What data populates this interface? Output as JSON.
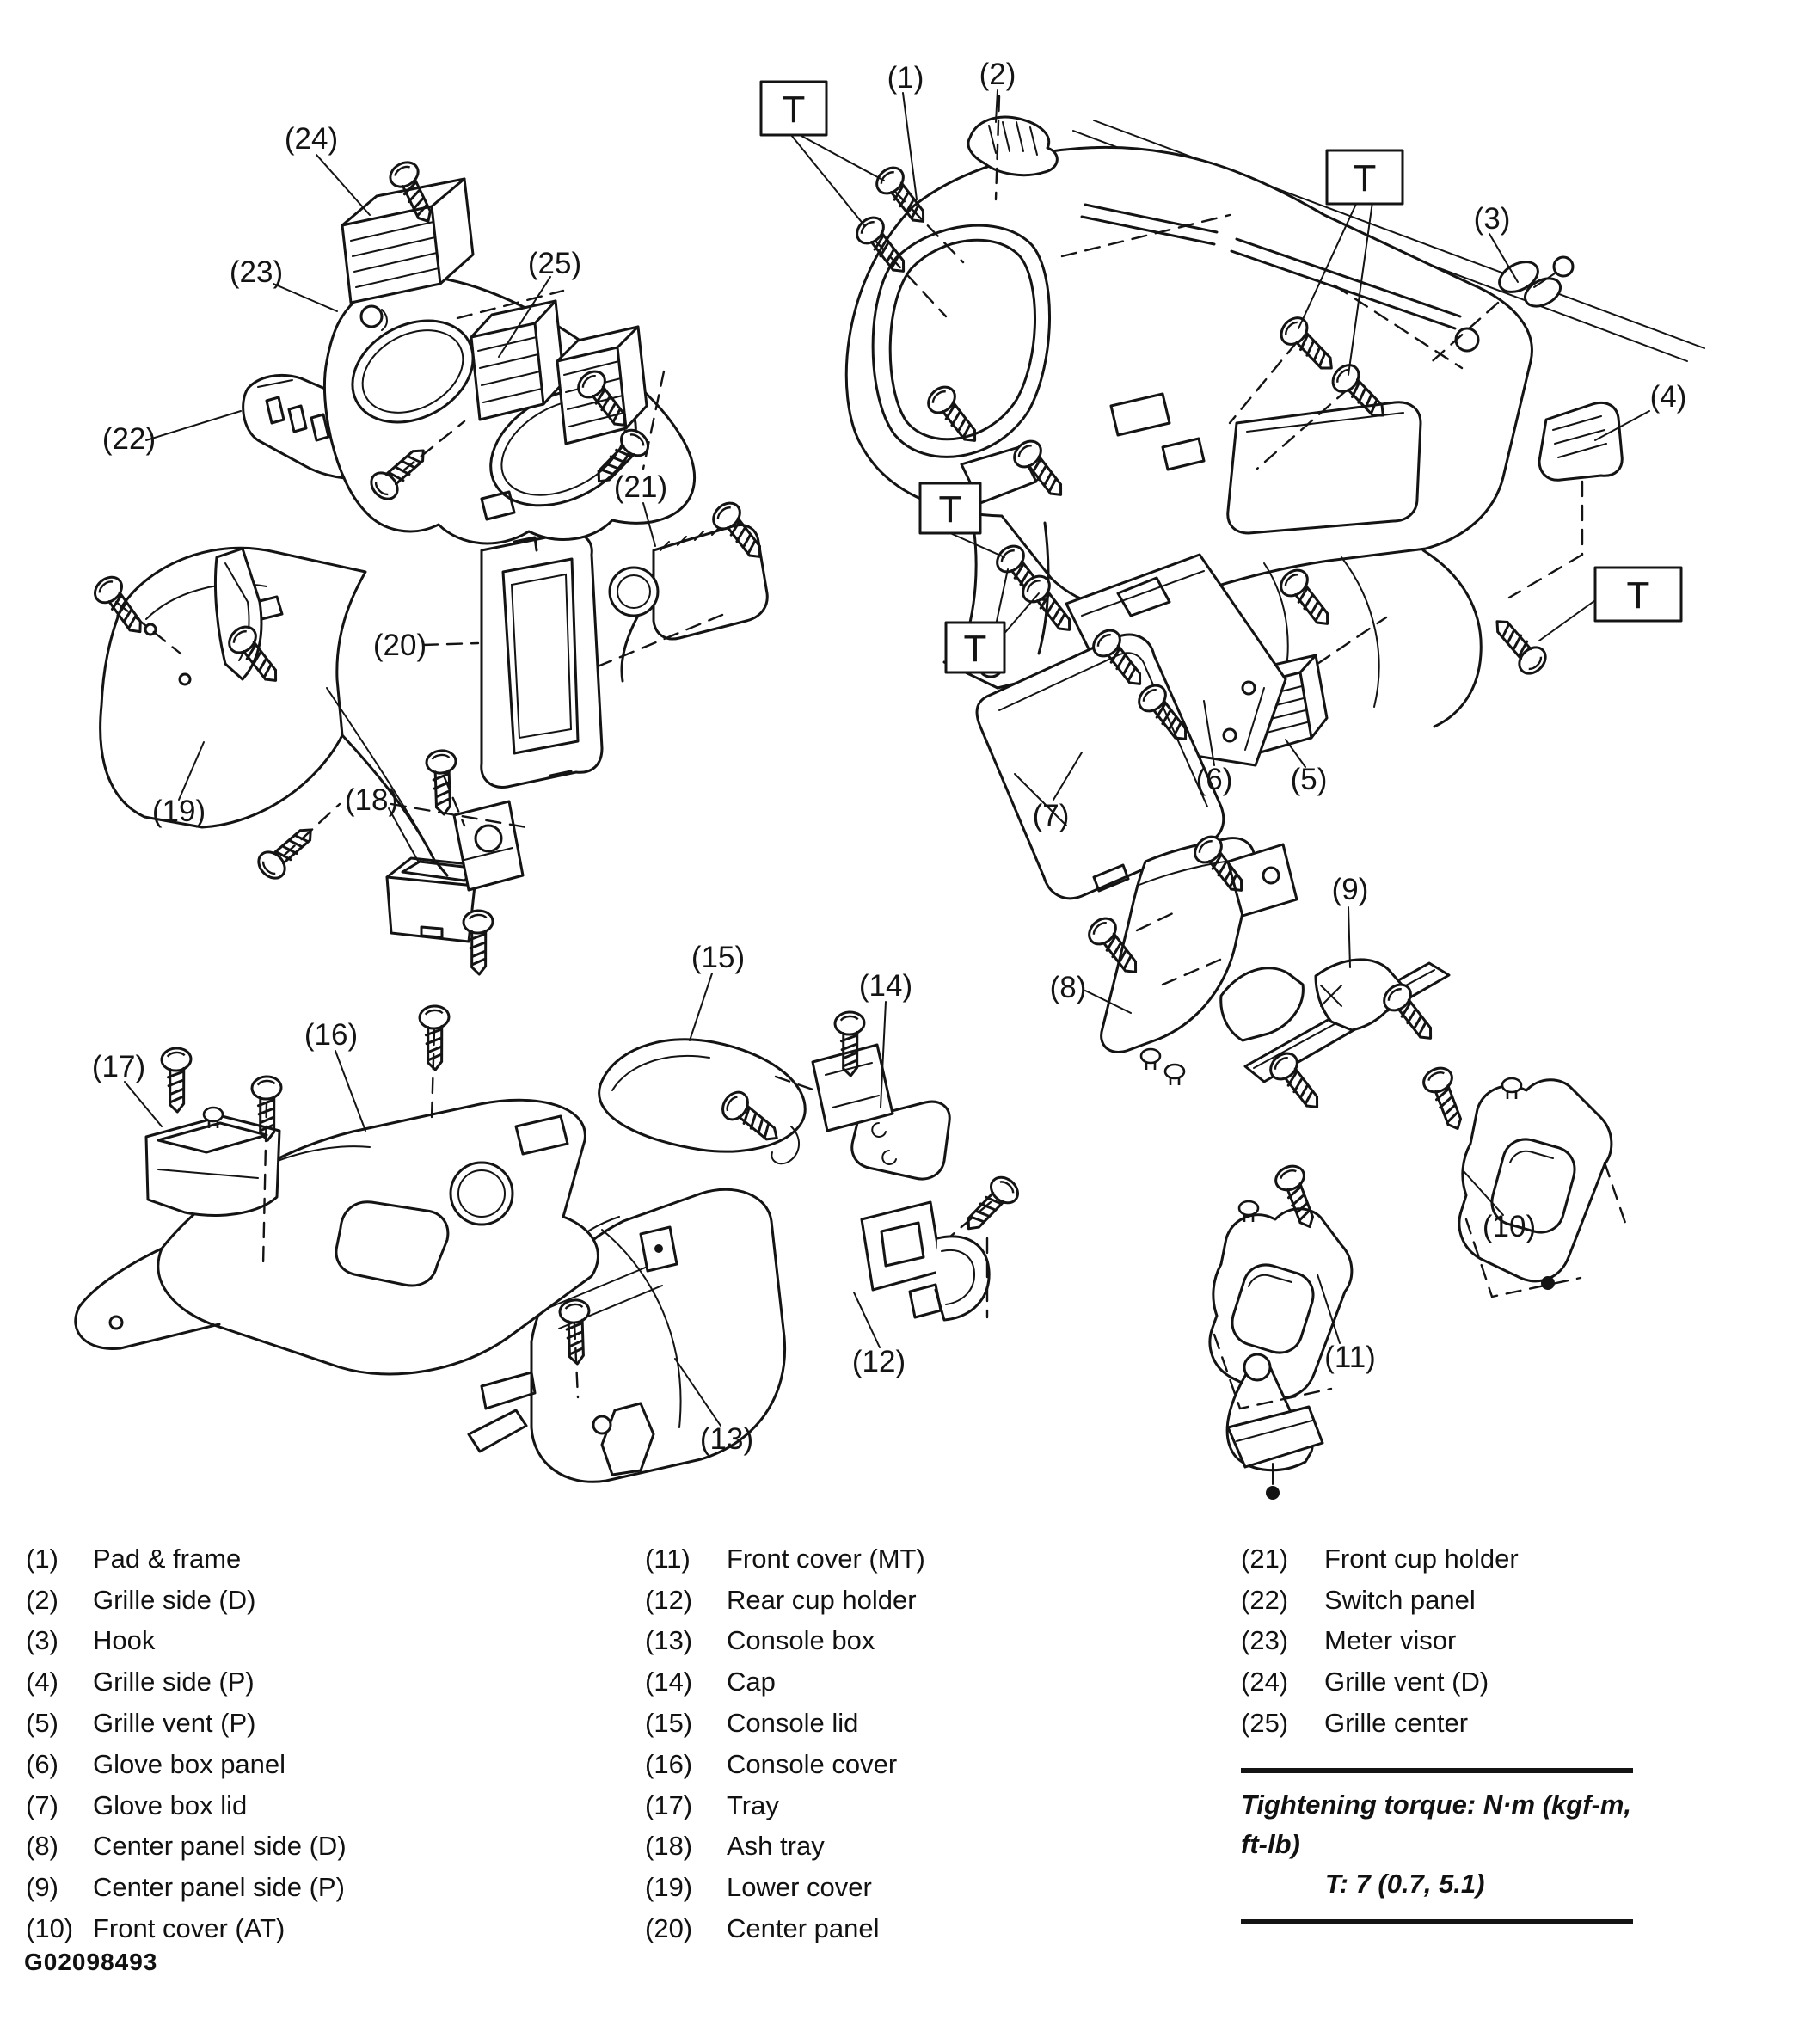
{
  "figure": {
    "id": "G02098493",
    "torque_note": {
      "line1": "Tightening torque: N·m (kgf-m, ft-lb)",
      "line2": "T: 7 (0.7, 5.1)"
    },
    "t_symbol": "T"
  },
  "diagram": {
    "callouts": [
      "(1)",
      "(2)",
      "(3)",
      "(4)",
      "(5)",
      "(6)",
      "(7)",
      "(8)",
      "(9)",
      "(10)",
      "(11)",
      "(12)",
      "(13)",
      "(14)",
      "(15)",
      "(16)",
      "(17)",
      "(18)",
      "(19)",
      "(20)",
      "(21)",
      "(22)",
      "(23)",
      "(24)",
      "(25)"
    ]
  },
  "legend": {
    "columns": [
      {
        "items": [
          {
            "num": "(1)",
            "name": "Pad & frame"
          },
          {
            "num": "(2)",
            "name": "Grille side (D)"
          },
          {
            "num": "(3)",
            "name": "Hook"
          },
          {
            "num": "(4)",
            "name": "Grille side (P)"
          },
          {
            "num": "(5)",
            "name": "Grille vent (P)"
          },
          {
            "num": "(6)",
            "name": "Glove box panel"
          },
          {
            "num": "(7)",
            "name": "Glove box lid"
          },
          {
            "num": "(8)",
            "name": "Center panel side (D)"
          },
          {
            "num": "(9)",
            "name": "Center panel side (P)"
          },
          {
            "num": "(10)",
            "name": "Front cover (AT)"
          }
        ]
      },
      {
        "items": [
          {
            "num": "(11)",
            "name": "Front cover (MT)"
          },
          {
            "num": "(12)",
            "name": "Rear cup holder"
          },
          {
            "num": "(13)",
            "name": "Console box"
          },
          {
            "num": "(14)",
            "name": "Cap"
          },
          {
            "num": "(15)",
            "name": "Console lid"
          },
          {
            "num": "(16)",
            "name": "Console cover"
          },
          {
            "num": "(17)",
            "name": "Tray"
          },
          {
            "num": "(18)",
            "name": "Ash tray"
          },
          {
            "num": "(19)",
            "name": "Lower cover"
          },
          {
            "num": "(20)",
            "name": "Center panel"
          }
        ]
      },
      {
        "items": [
          {
            "num": "(21)",
            "name": "Front cup holder"
          },
          {
            "num": "(22)",
            "name": "Switch panel"
          },
          {
            "num": "(23)",
            "name": "Meter visor"
          },
          {
            "num": "(24)",
            "name": "Grille vent (D)"
          },
          {
            "num": "(25)",
            "name": "Grille center"
          }
        ]
      }
    ]
  }
}
